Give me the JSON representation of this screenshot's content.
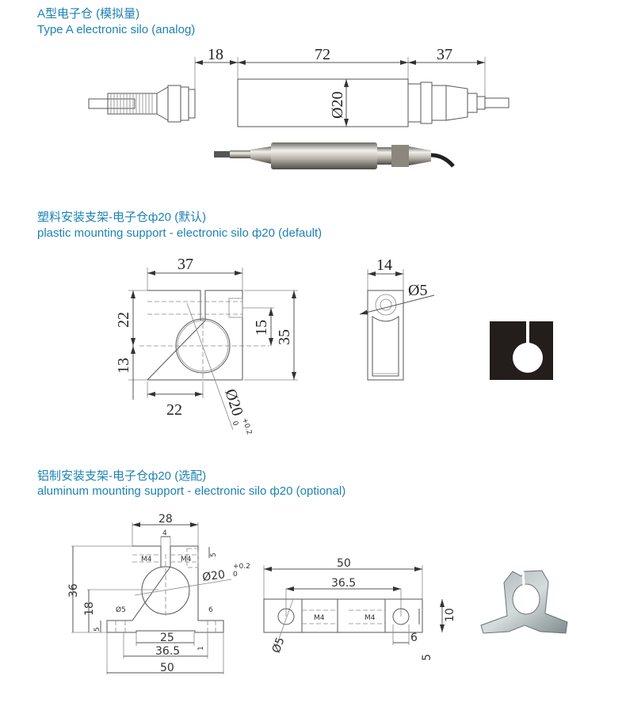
{
  "section_a": {
    "title_zh": "A型电子仓 (模拟量)",
    "title_en": "Type A electronic silo (analog)",
    "dims": {
      "left": "18",
      "body": "72",
      "right": "37",
      "diameter": "Ø20"
    }
  },
  "section_plastic": {
    "title_zh": "塑料安装支架-电子仓ф20 (默认)",
    "title_en": "plastic mounting support - electronic silo ф20 (default)",
    "dims": {
      "width": "37",
      "upper": "22",
      "lower": "13",
      "slot": "15",
      "height": "35",
      "bottom": "22",
      "bore": "Ø20",
      "bore_tol": "+0.2",
      "bore_tol_low": "0",
      "side_width": "14",
      "hole": "Ø5"
    }
  },
  "section_aluminum": {
    "title_zh": "铝制安装支架-电子仓ф20 (选配)",
    "title_en": "aluminum mounting support - electronic silo ф20 (optional)",
    "front_dims": {
      "top": "28",
      "slot": "4",
      "screw_left": "M4",
      "screw_right": "M4",
      "screw_depth": "5",
      "bore": "Ø20",
      "bore_tol": "+0.2",
      "bore_tol_low": "0",
      "height": "36",
      "center": "18",
      "hole": "Ø5",
      "slot_width": "6",
      "flange": "5",
      "recess": "25",
      "recess_depth": "1",
      "hole_pitch": "36.5",
      "overall": "50"
    },
    "top_dims": {
      "overall": "50",
      "hole_pitch": "36.5",
      "screw_left": "M4",
      "screw_right": "M4",
      "hole": "Ø5",
      "depth": "10",
      "slot_width": "6",
      "slot_offset": "5"
    }
  }
}
